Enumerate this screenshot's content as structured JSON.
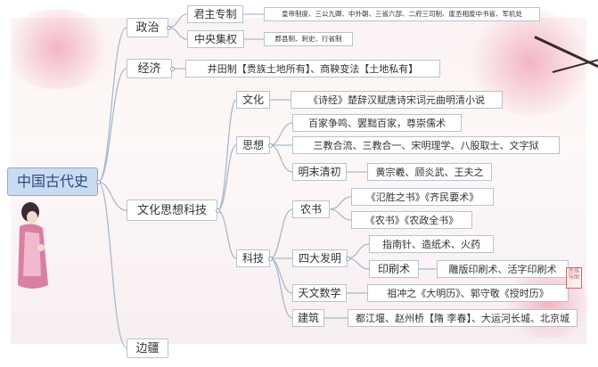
{
  "mindmap": {
    "root": "中国古代史",
    "politics": {
      "label": "政治",
      "monarchy": {
        "label": "君主专制",
        "detail": "皇帝制度、三公九卿、中外朝、三省六部、二府三司制、废丞相废中书省、军机处"
      },
      "central": {
        "label": "中央集权",
        "detail": "郡县制、刺史、行省制"
      }
    },
    "economy": {
      "label": "经济",
      "detail": "井田制【贵族土地所有】、商鞅变法【土地私有】"
    },
    "culture_tech": {
      "label": "文化思想科技",
      "culture": {
        "label": "文化",
        "detail": "《诗经》楚辞汉赋唐诗宋词元曲明清小说"
      },
      "thought": {
        "label": "思想",
        "items": [
          "百家争鸣、罢黜百家，尊崇儒术",
          "三教合流、三教合一、宋明理学、八股取士、文字狱"
        ],
        "late_ming": {
          "label": "明末清初",
          "detail": "黄宗羲、顾炎武、王夫之"
        }
      },
      "tech": {
        "label": "科技",
        "agri_books": {
          "label": "农书",
          "items": [
            "《氾胜之书》《齐民要术》",
            "《农书》《农政全书》"
          ]
        },
        "four_inventions": {
          "label": "四大发明",
          "first": "指南针、造纸术、火药",
          "printing": {
            "label": "印刷术",
            "detail": "雕版印刷术、活字印刷术"
          }
        },
        "astronomy": {
          "label": "天文数学",
          "detail": "祖冲之《大明历》、郭守敬《授时历》"
        },
        "architecture": {
          "label": "建筑",
          "detail": "都江堰、赵州桥【隋 李春】、大运河长城、北京城"
        }
      }
    },
    "frontier": {
      "label": "边疆"
    }
  },
  "colors": {
    "root_fill": "#c9dbf3",
    "link": "#a9b9cc",
    "node_border": "#b9c2cc",
    "seal": "#c86b6b"
  },
  "seal_text": "思维导图"
}
